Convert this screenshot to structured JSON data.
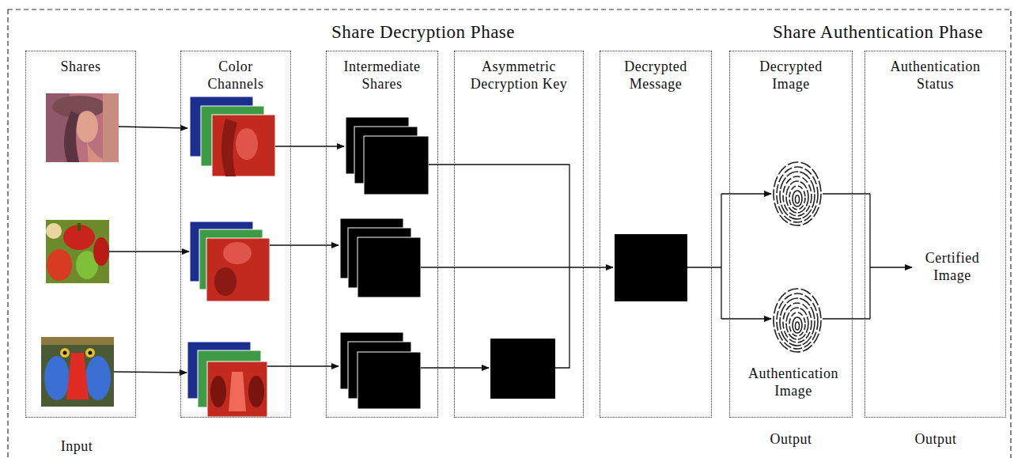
{
  "diagram": {
    "nodes": [
      {
        "text": [
          "Shares"
        ]
      },
      {
        "text": [
          "Color Channels"
        ]
      },
      {
        "text": [
          "Intermediate Shares"
        ]
      },
      {
        "text": [
          "Asymmetric Decryption Key"
        ]
      },
      {
        "text": [
          "Decrypted Message"
        ]
      },
      {
        "text": [
          "Decrypted Image"
        ]
      },
      {
        "text": [
          "Authentication Status"
        ]
      }
    ],
    "labels": [
      "Share Decryption Phase",
      "Share Authentication Phase",
      "Authentication Image",
      "Certified Image",
      "Input",
      "Output",
      "Output"
    ]
  }
}
